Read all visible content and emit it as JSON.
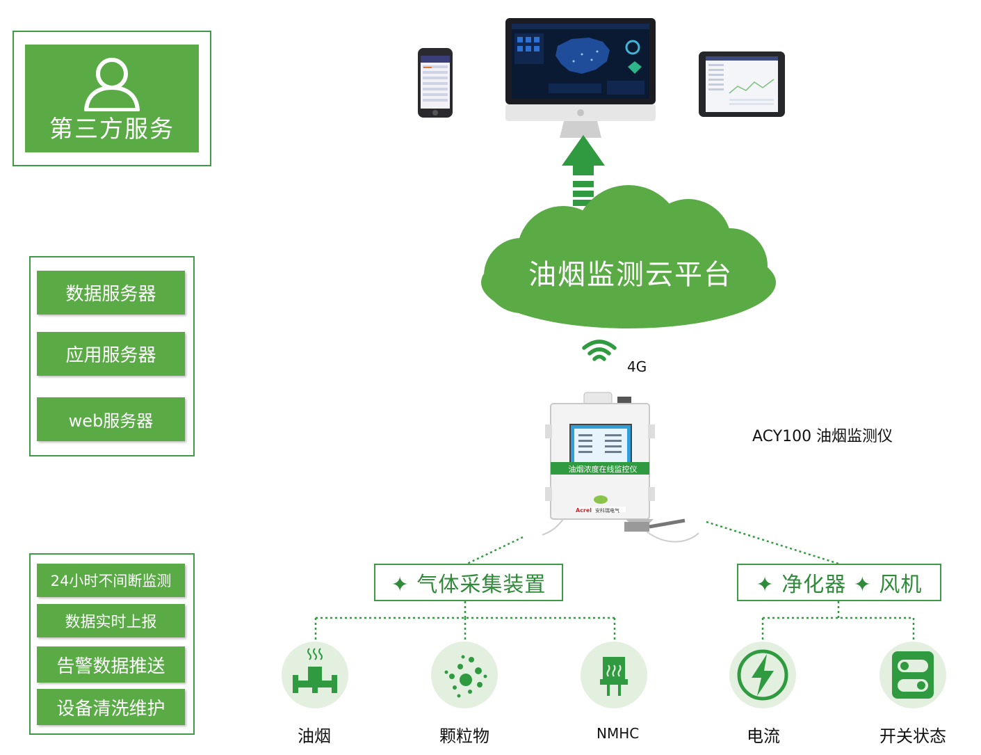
{
  "colors": {
    "green": "#5aab46",
    "dark_green": "#3d9a45",
    "icon_bg": "#e3f0df",
    "icon_fg": "#2f9a40"
  },
  "third_party": {
    "label": "第三方服务",
    "icon": "user-icon"
  },
  "servers": [
    {
      "label": "数据服务器"
    },
    {
      "label": "应用服务器"
    },
    {
      "label": "web服务器"
    }
  ],
  "features": [
    {
      "label": "24小时不间断监测"
    },
    {
      "label": "数据实时上报"
    },
    {
      "label": "告警数据推送"
    },
    {
      "label": "设备清洗维护"
    }
  ],
  "cloud": {
    "label": "油烟监测云平台"
  },
  "network": {
    "label": "4G",
    "icon": "wifi-signal-icon"
  },
  "device": {
    "label": "ACY100 油烟监测仪",
    "panel_text": "油烟浓度在线监控仪",
    "brand": "Acrel 安科瑞电气"
  },
  "gas_collection": {
    "label": "✦ 气体采集装置"
  },
  "purifier_fan": {
    "label": "✦ 净化器 ✦ 风机"
  },
  "sensors": [
    {
      "label": "油烟",
      "icon": "oil-fume-pipe-icon"
    },
    {
      "label": "颗粒物",
      "icon": "particles-icon"
    },
    {
      "label": "NMHC",
      "icon": "nmhc-sensor-icon"
    },
    {
      "label": "电流",
      "icon": "lightning-icon"
    },
    {
      "label": "开关状态",
      "icon": "switch-status-icon"
    }
  ]
}
